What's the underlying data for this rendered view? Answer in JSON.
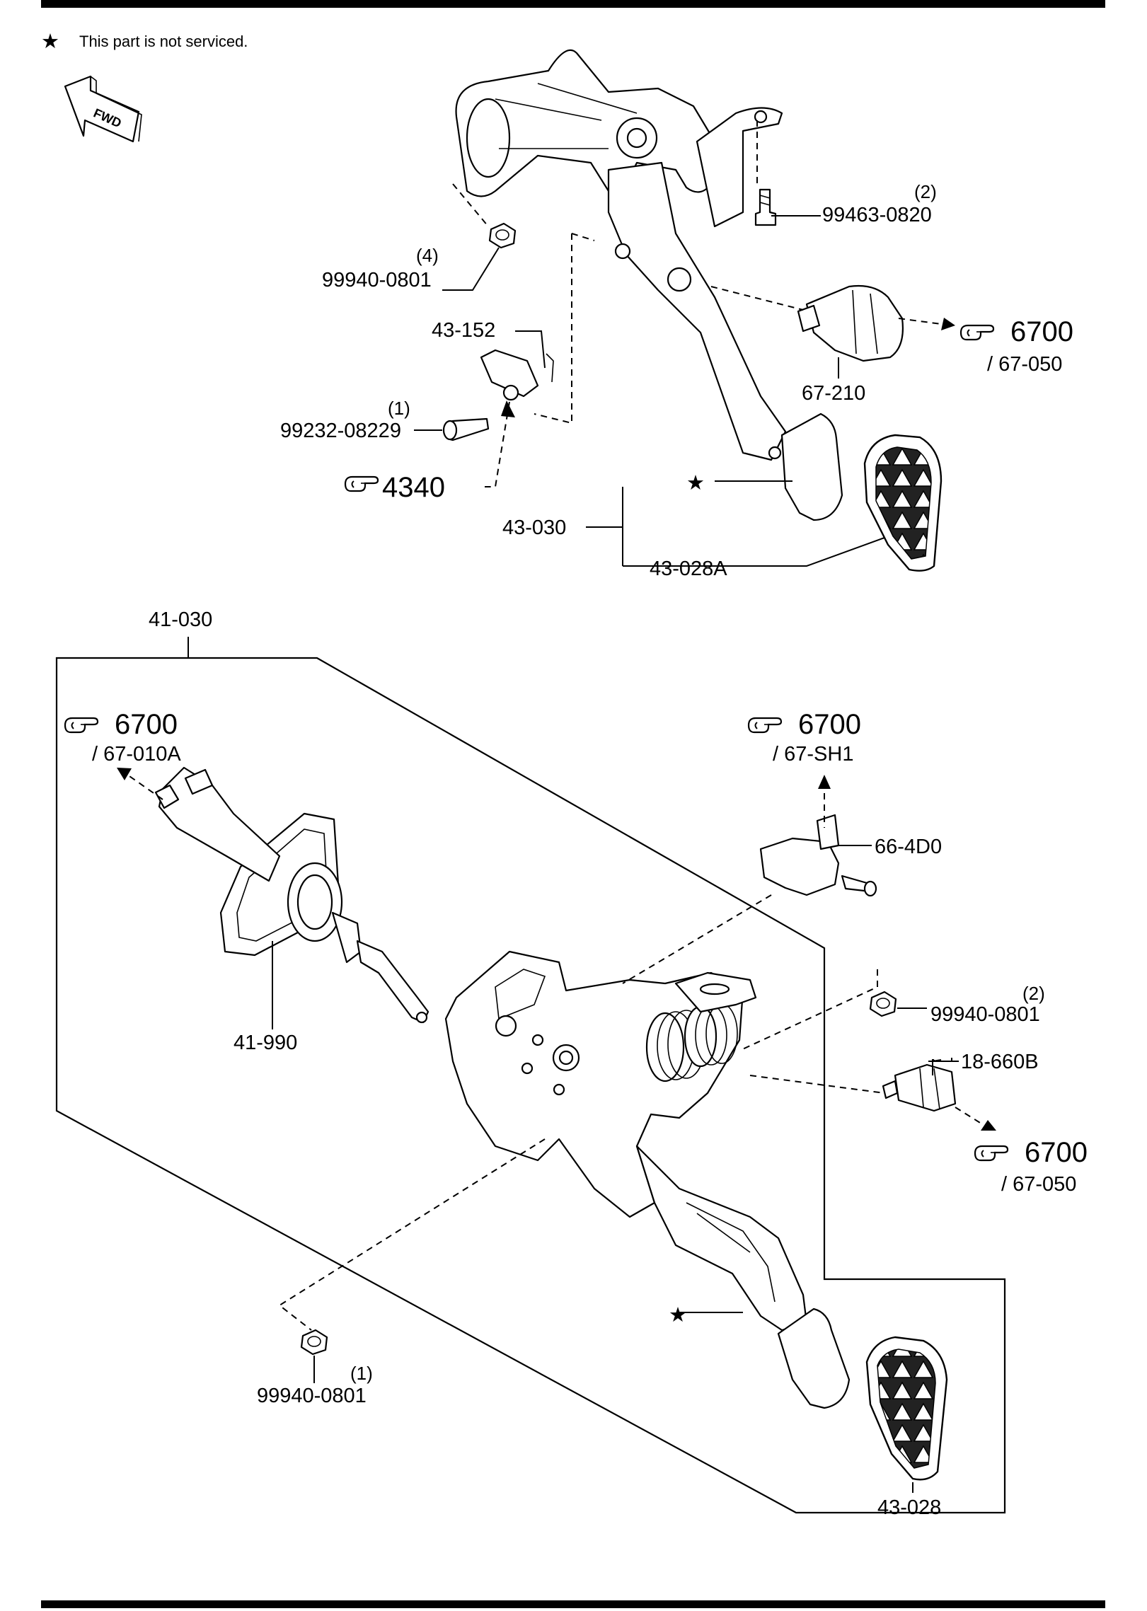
{
  "note": {
    "symbol": "★",
    "text": "This part is not serviced."
  },
  "fwd_label": "FWD",
  "upper": {
    "bolt": {
      "qty": "(2)",
      "part": "99463-0820"
    },
    "nut_top": {
      "qty": "(4)",
      "part": "99940-0801"
    },
    "clip": {
      "part": "43-152"
    },
    "pin": {
      "qty": "(1)",
      "part": "99232-08229"
    },
    "ref_4340": "4340",
    "switch": {
      "ref": "6700",
      "sub": "/ 67-050",
      "part": "67-210"
    },
    "pedal": {
      "part": "43-030",
      "pad": "43-028A"
    }
  },
  "lower": {
    "assembly": "41-030",
    "left_ref": {
      "ref": "6700",
      "sub": "/ 67-010A"
    },
    "master_cyl": "41-990",
    "top_ref": {
      "ref": "6700",
      "sub": "/ 67-SH1"
    },
    "switch_top": "66-4D0",
    "nut_right": {
      "qty": "(2)",
      "part": "99940-0801"
    },
    "switch_right": {
      "part": "18-660B",
      "ref": "6700",
      "sub": "/ 67-050"
    },
    "nut_bottom": {
      "qty": "(1)",
      "part": "99940-0801"
    },
    "pad": "43-028"
  }
}
